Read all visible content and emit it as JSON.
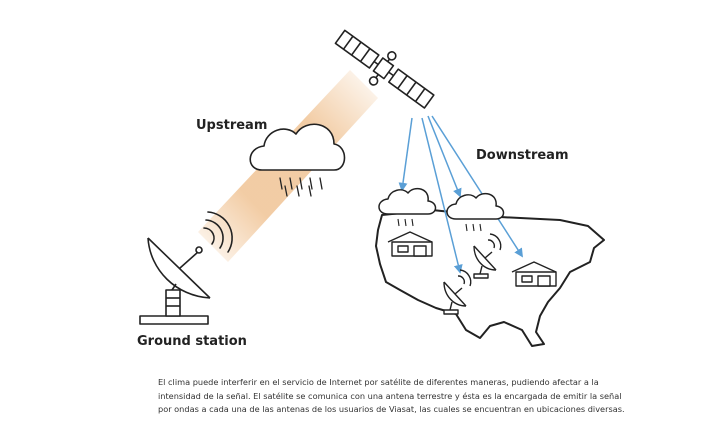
{
  "labels": {
    "upstream": "Upstream",
    "downstream": "Downstream",
    "ground_station": "Ground station"
  },
  "caption": {
    "lines": [
      "El clima puede interferir en el servicio de Internet por satélite de diferentes maneras, pudiendo afectar a la",
      "intensidad de la señal. El satélite se comunica con una antena terrestre y ésta es la encargada de emitir la señal",
      "por ondas a cada una de las antenas de los usuarios de Viasat, las cuales se encuentran en ubicaciones diversas."
    ]
  },
  "colors": {
    "beam": "#f1c79b",
    "arrows": "#5a9fd6",
    "lines": "#222222",
    "background": "#ffffff"
  },
  "icons": [
    "satellite-icon",
    "ground-station-dish-icon",
    "cloud-icon",
    "house-icon",
    "user-dish-icon",
    "usa-map-icon"
  ]
}
